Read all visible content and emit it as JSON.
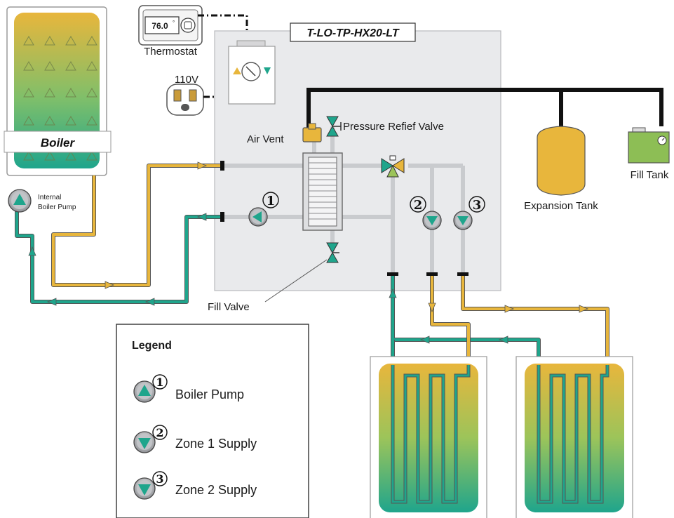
{
  "title": "T-LO-TP-HX20-LT",
  "labels": {
    "thermostat": "Thermostat",
    "thermostat_reading": "76.0",
    "thermostat_unit": "°",
    "voltage": "110V",
    "boiler": "Boiler",
    "internal_pump_line1": "Internal",
    "internal_pump_line2": "Boiler Pump",
    "air_vent": "Air Vent",
    "pressure_relief_valve": "Pressure Refief Valve",
    "expansion_tank": "Expansion Tank",
    "fill_tank": "Fill Tank",
    "fill_valve": "Fill Valve"
  },
  "pump_numbers": {
    "p1": "1",
    "p2": "2",
    "p3": "3"
  },
  "legend": {
    "title": "Legend",
    "items": [
      {
        "number": "1",
        "label": "Boiler Pump"
      },
      {
        "number": "2",
        "label": "Zone 1 Supply"
      },
      {
        "number": "3",
        "label": "Zone 2 Supply"
      }
    ]
  },
  "colors": {
    "supply": "#E8B63C",
    "return": "#1FA58C",
    "panel": "#E9EAEC",
    "pipe_gray": "#C9CBCE",
    "black_line": "#111111",
    "tank": "#E8B63C",
    "fill_tank": "#8DBE55"
  },
  "icons": [
    "thermostat-icon",
    "outlet-icon",
    "controller-icon",
    "pump-icon",
    "valve-icon",
    "mixing-valve-icon",
    "air-vent-icon",
    "heat-exchanger-icon",
    "expansion-tank-icon",
    "fill-tank-icon",
    "radiant-floor-icon",
    "boiler-icon"
  ]
}
